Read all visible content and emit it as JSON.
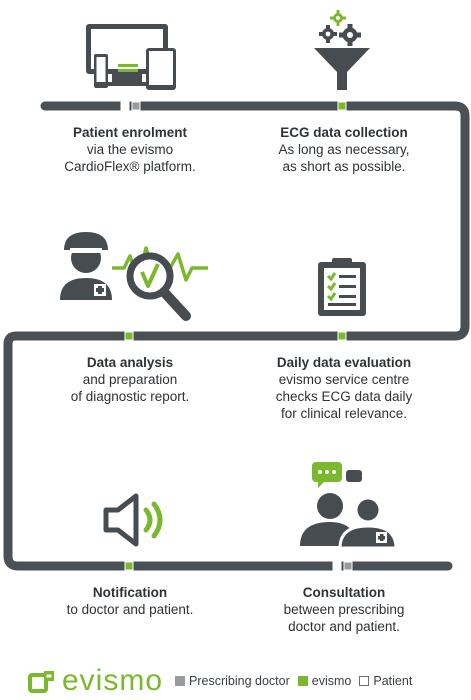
{
  "steps": [
    {
      "title": "Patient enrolment",
      "lines": [
        "via the evismo",
        "CardioFlex® platform."
      ]
    },
    {
      "title": "ECG data collection",
      "lines": [
        "As long as necessary,",
        "as short as possible."
      ]
    },
    {
      "title": "Data analysis",
      "lines": [
        "and preparation",
        "of diagnostic report."
      ]
    },
    {
      "title": "Daily data evaluation",
      "lines": [
        "evismo service centre",
        "checks ECG data daily",
        "for clinical relevance."
      ]
    },
    {
      "title": "Notification",
      "lines": [
        "to doctor and patient."
      ]
    },
    {
      "title": "Consultation",
      "lines": [
        "between prescribing",
        "doctor and patient."
      ]
    }
  ],
  "footer": {
    "logo_text": "evismo",
    "legend": [
      {
        "label": "Prescribing doctor",
        "color": "#9a9b9d"
      },
      {
        "label": "evismo",
        "color": "#7bb82d"
      },
      {
        "label": "Patient",
        "color": "#ffffff"
      }
    ]
  },
  "colors": {
    "track": "#4b5054",
    "icon": "#474c50",
    "green": "#7bb82d",
    "grey": "#9a9b9d"
  },
  "icons": [
    "devices-icon",
    "gears-funnel-icon",
    "doctor-magnifier-ecg-icon",
    "clipboard-checklist-icon",
    "speaker-icon",
    "consultation-people-icon"
  ]
}
